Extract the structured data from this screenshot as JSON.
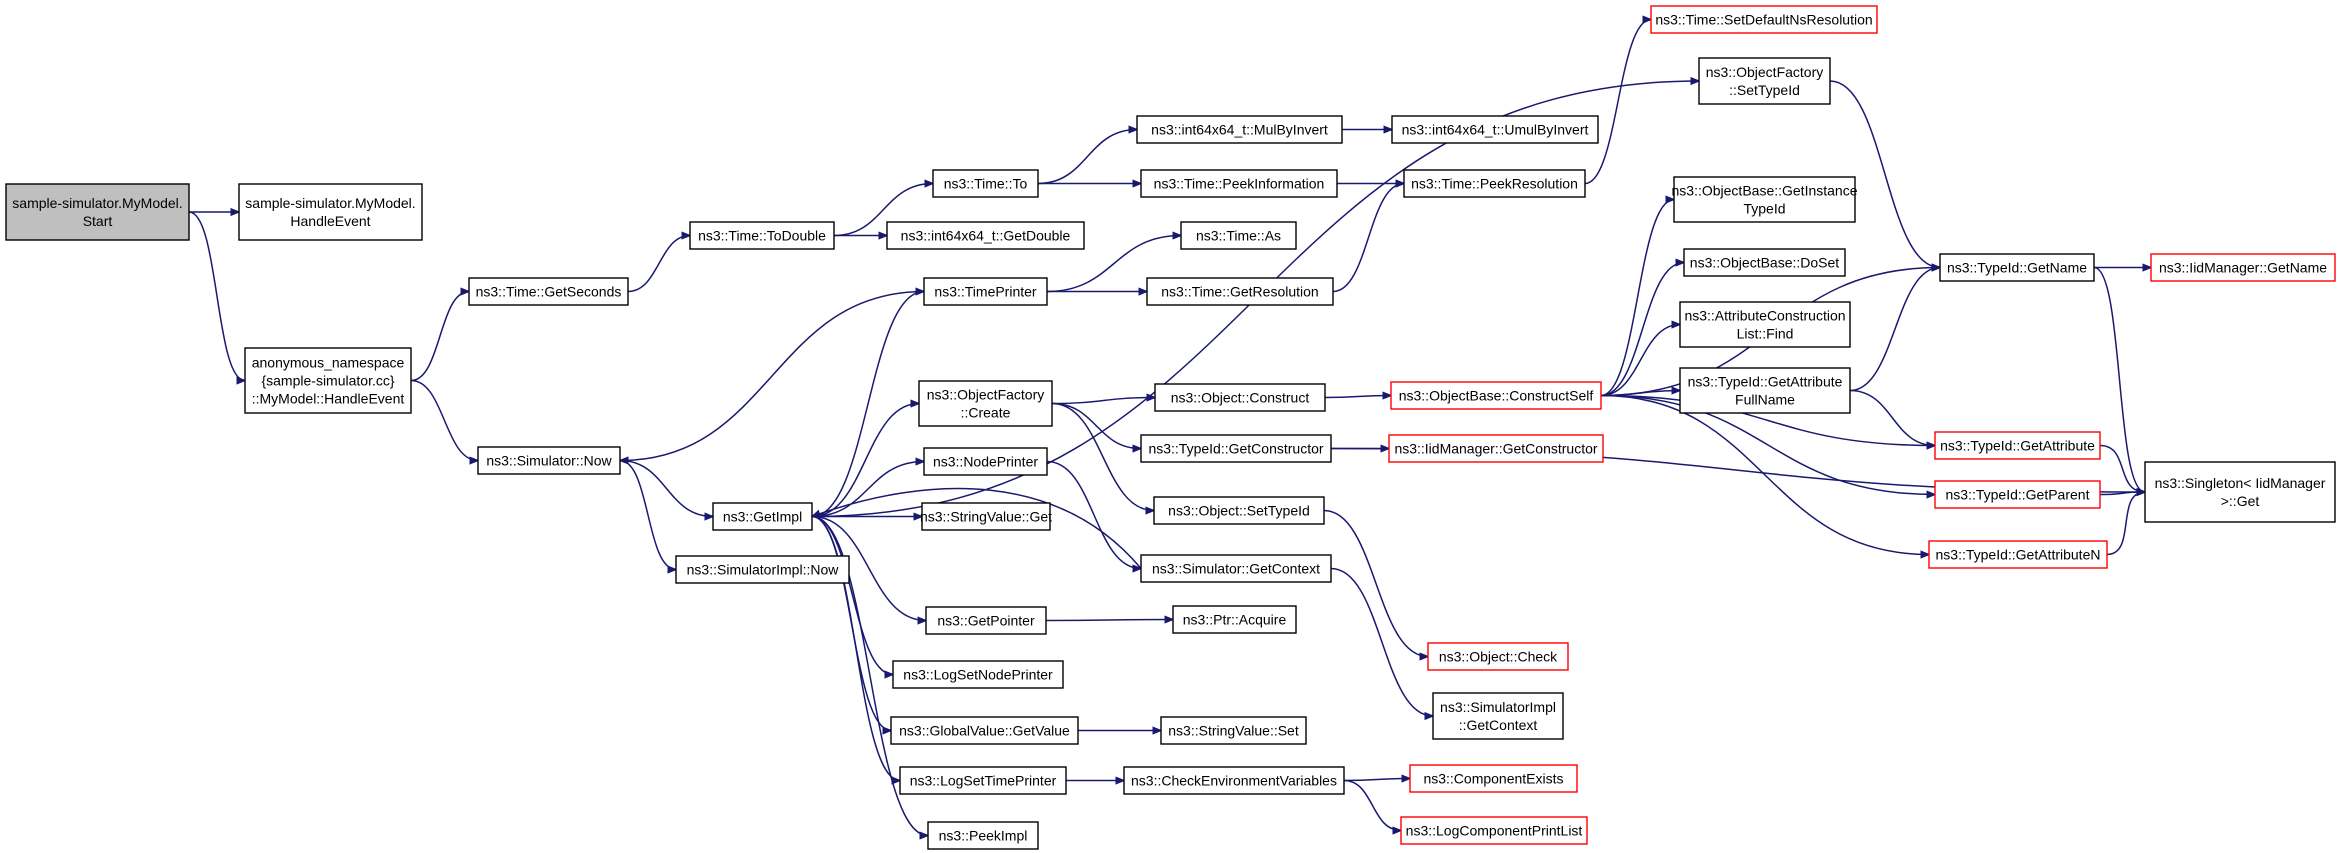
{
  "colors": {
    "edge": "#191970",
    "node_border": "#000000",
    "truncated_node_border": "#ff0000",
    "root_fill": "#bfbfbf",
    "node_fill": "#ffffff"
  },
  "nodes": [
    {
      "id": "start",
      "lines": [
        "sample-simulator.MyModel.",
        "Start"
      ],
      "style": "root"
    },
    {
      "id": "handle_event",
      "lines": [
        "sample-simulator.MyModel.",
        "HandleEvent"
      ],
      "style": "normal"
    },
    {
      "id": "anon_handle_event",
      "lines": [
        "anonymous_namespace",
        "{sample-simulator.cc}",
        "::MyModel::HandleEvent"
      ],
      "style": "normal"
    },
    {
      "id": "time_getseconds",
      "lines": [
        "ns3::Time::GetSeconds"
      ],
      "style": "normal"
    },
    {
      "id": "simulator_now",
      "lines": [
        "ns3::Simulator::Now"
      ],
      "style": "normal"
    },
    {
      "id": "time_todouble",
      "lines": [
        "ns3::Time::ToDouble"
      ],
      "style": "normal"
    },
    {
      "id": "getimpl",
      "lines": [
        "ns3::GetImpl"
      ],
      "style": "normal"
    },
    {
      "id": "simulatorimpl_now",
      "lines": [
        "ns3::SimulatorImpl::Now"
      ],
      "style": "normal"
    },
    {
      "id": "time_to",
      "lines": [
        "ns3::Time::To"
      ],
      "style": "normal"
    },
    {
      "id": "int64_getdouble",
      "lines": [
        "ns3::int64x64_t::GetDouble"
      ],
      "style": "normal"
    },
    {
      "id": "timeprinter",
      "lines": [
        "ns3::TimePrinter"
      ],
      "style": "normal"
    },
    {
      "id": "objectfactory_create",
      "lines": [
        "ns3::ObjectFactory",
        "::Create"
      ],
      "style": "normal"
    },
    {
      "id": "nodeprinter",
      "lines": [
        "ns3::NodePrinter"
      ],
      "style": "normal"
    },
    {
      "id": "stringvalue_get",
      "lines": [
        "ns3::StringValue::Get"
      ],
      "style": "normal"
    },
    {
      "id": "getpointer",
      "lines": [
        "ns3::GetPointer"
      ],
      "style": "normal"
    },
    {
      "id": "logsetnodeprinter",
      "lines": [
        "ns3::LogSetNodePrinter"
      ],
      "style": "normal"
    },
    {
      "id": "globalvalue_getvalue",
      "lines": [
        "ns3::GlobalValue::GetValue"
      ],
      "style": "normal"
    },
    {
      "id": "logsettimeprinter",
      "lines": [
        "ns3::LogSetTimePrinter"
      ],
      "style": "normal"
    },
    {
      "id": "peekimpl",
      "lines": [
        "ns3::PeekImpl"
      ],
      "style": "normal"
    },
    {
      "id": "int64_mulbyinvert",
      "lines": [
        "ns3::int64x64_t::MulByInvert"
      ],
      "style": "normal"
    },
    {
      "id": "time_peekinformation",
      "lines": [
        "ns3::Time::PeekInformation"
      ],
      "style": "normal"
    },
    {
      "id": "time_as",
      "lines": [
        "ns3::Time::As"
      ],
      "style": "normal"
    },
    {
      "id": "time_getresolution",
      "lines": [
        "ns3::Time::GetResolution"
      ],
      "style": "normal"
    },
    {
      "id": "object_construct",
      "lines": [
        "ns3::Object::Construct"
      ],
      "style": "normal"
    },
    {
      "id": "typeid_getconstructor",
      "lines": [
        "ns3::TypeId::GetConstructor"
      ],
      "style": "normal"
    },
    {
      "id": "object_settypeid",
      "lines": [
        "ns3::Object::SetTypeId"
      ],
      "style": "normal"
    },
    {
      "id": "simulator_getcontext",
      "lines": [
        "ns3::Simulator::GetContext"
      ],
      "style": "normal"
    },
    {
      "id": "ptr_acquire",
      "lines": [
        "ns3::Ptr::Acquire"
      ],
      "style": "normal"
    },
    {
      "id": "stringvalue_set",
      "lines": [
        "ns3::StringValue::Set"
      ],
      "style": "normal"
    },
    {
      "id": "checkenvvars",
      "lines": [
        "ns3::CheckEnvironmentVariables"
      ],
      "style": "normal"
    },
    {
      "id": "int64_umulbyinvert",
      "lines": [
        "ns3::int64x64_t::UmulByInvert"
      ],
      "style": "normal"
    },
    {
      "id": "time_peekresolution",
      "lines": [
        "ns3::Time::PeekResolution"
      ],
      "style": "normal"
    },
    {
      "id": "time_setdefaultnsresolution",
      "lines": [
        "ns3::Time::SetDefaultNsResolution"
      ],
      "style": "truncated"
    },
    {
      "id": "objectbase_constructself",
      "lines": [
        "ns3::ObjectBase::ConstructSelf"
      ],
      "style": "truncated"
    },
    {
      "id": "iidmanager_getconstructor",
      "lines": [
        "ns3::IidManager::GetConstructor"
      ],
      "style": "truncated"
    },
    {
      "id": "object_check",
      "lines": [
        "ns3::Object::Check"
      ],
      "style": "truncated"
    },
    {
      "id": "simulatorimpl_getcontext",
      "lines": [
        "ns3::SimulatorImpl",
        "::GetContext"
      ],
      "style": "normal"
    },
    {
      "id": "componentexists",
      "lines": [
        "ns3::ComponentExists"
      ],
      "style": "truncated"
    },
    {
      "id": "logcomponentprintlist",
      "lines": [
        "ns3::LogComponentPrintList"
      ],
      "style": "truncated"
    },
    {
      "id": "objectfactory_settypeid",
      "lines": [
        "ns3::ObjectFactory",
        "::SetTypeId"
      ],
      "style": "normal"
    },
    {
      "id": "objectbase_getinstancetypeid",
      "lines": [
        "ns3::ObjectBase::GetInstance",
        "TypeId"
      ],
      "style": "normal"
    },
    {
      "id": "objectbase_doset",
      "lines": [
        "ns3::ObjectBase::DoSet"
      ],
      "style": "normal"
    },
    {
      "id": "attrconstructionlist_find",
      "lines": [
        "ns3::AttributeConstruction",
        "List::Find"
      ],
      "style": "normal"
    },
    {
      "id": "typeid_getattributefullname",
      "lines": [
        "ns3::TypeId::GetAttribute",
        "FullName"
      ],
      "style": "normal"
    },
    {
      "id": "typeid_getname",
      "lines": [
        "ns3::TypeId::GetName"
      ],
      "style": "normal"
    },
    {
      "id": "typeid_getattribute",
      "lines": [
        "ns3::TypeId::GetAttribute"
      ],
      "style": "truncated"
    },
    {
      "id": "typeid_getparent",
      "lines": [
        "ns3::TypeId::GetParent"
      ],
      "style": "truncated"
    },
    {
      "id": "typeid_getattributen",
      "lines": [
        "ns3::TypeId::GetAttributeN"
      ],
      "style": "truncated"
    },
    {
      "id": "iidmanager_getname",
      "lines": [
        "ns3::IidManager::GetName"
      ],
      "style": "truncated"
    },
    {
      "id": "singleton_get",
      "lines": [
        "ns3::Singleton< IidManager",
        ">::Get"
      ],
      "style": "normal"
    }
  ],
  "edges": [
    [
      "start",
      "handle_event"
    ],
    [
      "start",
      "anon_handle_event"
    ],
    [
      "anon_handle_event",
      "time_getseconds"
    ],
    [
      "anon_handle_event",
      "simulator_now"
    ],
    [
      "time_getseconds",
      "time_todouble"
    ],
    [
      "time_todouble",
      "time_to"
    ],
    [
      "time_todouble",
      "int64_getdouble"
    ],
    [
      "time_to",
      "int64_mulbyinvert"
    ],
    [
      "time_to",
      "time_peekinformation"
    ],
    [
      "int64_mulbyinvert",
      "int64_umulbyinvert"
    ],
    [
      "time_peekinformation",
      "time_peekresolution"
    ],
    [
      "time_peekresolution",
      "time_setdefaultnsresolution"
    ],
    [
      "time_getresolution",
      "time_peekresolution"
    ],
    [
      "simulator_now",
      "getimpl"
    ],
    [
      "simulator_now",
      "simulatorimpl_now"
    ],
    [
      "getimpl",
      "timeprinter"
    ],
    [
      "getimpl",
      "objectfactory_create"
    ],
    [
      "getimpl",
      "nodeprinter"
    ],
    [
      "getimpl",
      "stringvalue_get"
    ],
    [
      "getimpl",
      "getpointer"
    ],
    [
      "getimpl",
      "logsetnodeprinter"
    ],
    [
      "getimpl",
      "globalvalue_getvalue"
    ],
    [
      "getimpl",
      "logsettimeprinter"
    ],
    [
      "getimpl",
      "peekimpl"
    ],
    [
      "getimpl",
      "objectfactory_settypeid"
    ],
    [
      "timeprinter",
      "time_as"
    ],
    [
      "timeprinter",
      "time_getresolution"
    ],
    [
      "timeprinter",
      "simulator_now"
    ],
    [
      "objectfactory_create",
      "object_construct"
    ],
    [
      "objectfactory_create",
      "typeid_getconstructor"
    ],
    [
      "objectfactory_create",
      "object_settypeid"
    ],
    [
      "object_construct",
      "objectbase_constructself"
    ],
    [
      "typeid_getconstructor",
      "iidmanager_getconstructor"
    ],
    [
      "typeid_getconstructor",
      "singleton_get"
    ],
    [
      "object_settypeid",
      "object_check"
    ],
    [
      "nodeprinter",
      "simulator_getcontext"
    ],
    [
      "simulator_getcontext",
      "getimpl"
    ],
    [
      "simulator_getcontext",
      "simulatorimpl_getcontext"
    ],
    [
      "getpointer",
      "ptr_acquire"
    ],
    [
      "globalvalue_getvalue",
      "stringvalue_set"
    ],
    [
      "logsettimeprinter",
      "checkenvvars"
    ],
    [
      "checkenvvars",
      "componentexists"
    ],
    [
      "checkenvvars",
      "logcomponentprintlist"
    ],
    [
      "objectfactory_settypeid",
      "typeid_getname"
    ],
    [
      "objectbase_constructself",
      "typeid_getname"
    ],
    [
      "objectbase_constructself",
      "objectbase_getinstancetypeid"
    ],
    [
      "objectbase_constructself",
      "objectbase_doset"
    ],
    [
      "objectbase_constructself",
      "attrconstructionlist_find"
    ],
    [
      "objectbase_constructself",
      "typeid_getattributefullname"
    ],
    [
      "objectbase_constructself",
      "typeid_getattribute"
    ],
    [
      "objectbase_constructself",
      "typeid_getparent"
    ],
    [
      "objectbase_constructself",
      "typeid_getattributen"
    ],
    [
      "typeid_getattributefullname",
      "typeid_getname"
    ],
    [
      "typeid_getattributefullname",
      "typeid_getattribute"
    ],
    [
      "typeid_getname",
      "iidmanager_getname"
    ],
    [
      "typeid_getname",
      "singleton_get"
    ],
    [
      "typeid_getattribute",
      "singleton_get"
    ],
    [
      "typeid_getparent",
      "singleton_get"
    ],
    [
      "typeid_getattributen",
      "singleton_get"
    ]
  ]
}
